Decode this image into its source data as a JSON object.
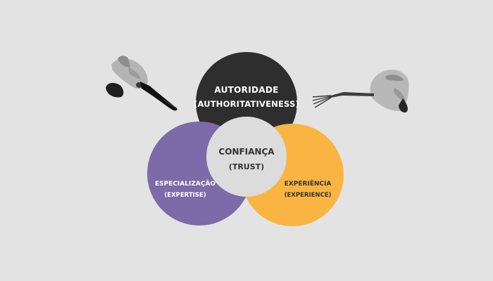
{
  "diagram": {
    "top_circle": {
      "title": "AUTORIDADE",
      "subtitle": "(AUTHORITATIVENESS)",
      "color": "#2e2e2e"
    },
    "left_circle": {
      "title": "ESPECIALIZAÇÃO",
      "subtitle": "(EXPERTISE)",
      "color": "#7b6ba8"
    },
    "right_circle": {
      "title": "EXPERIÊNCIA",
      "subtitle": "(EXPERIENCE)",
      "color": "#f9b442"
    },
    "center_circle": {
      "title": "CONFIANÇA",
      "subtitle": "(TRUST)",
      "color": "#dcdcdc"
    },
    "decorations": {
      "left": "hand-holding-knife",
      "right": "hand-holding-fork"
    },
    "background_color": "#e3e3e3"
  }
}
